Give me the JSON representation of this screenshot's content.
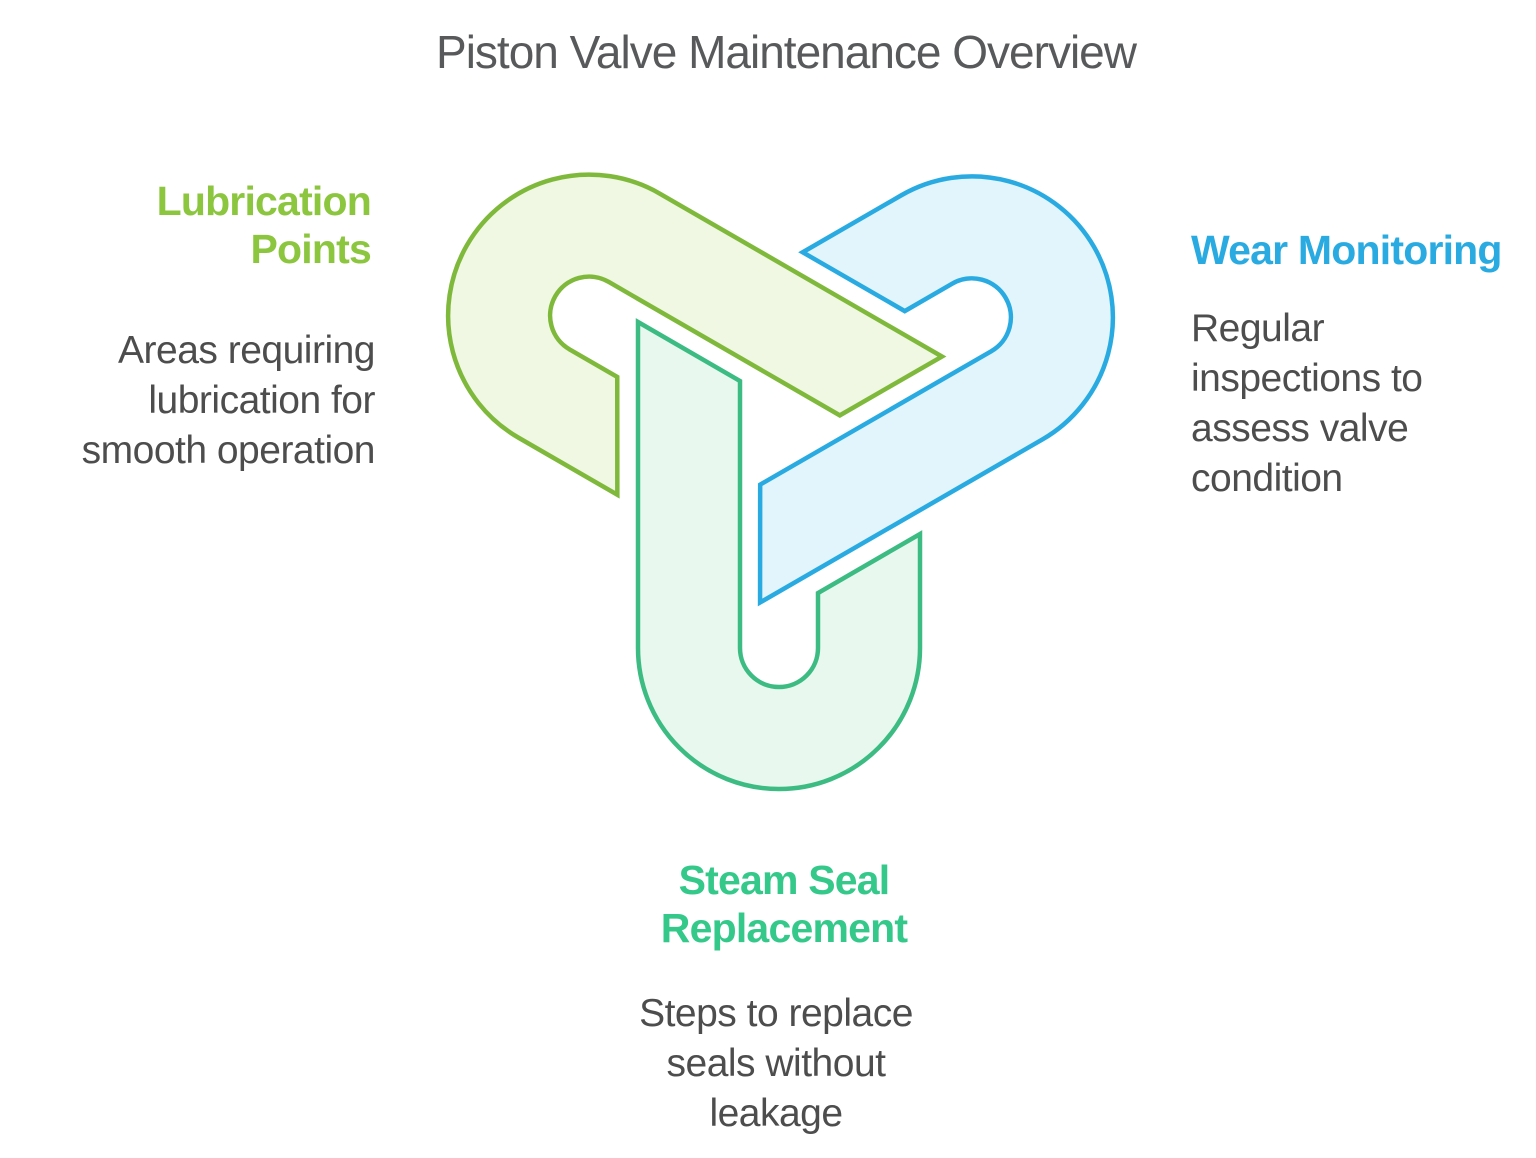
{
  "title": {
    "text": "Piston Valve Maintenance Overview",
    "color": "#58595B"
  },
  "text_color": "#4D4D4D",
  "sections": [
    {
      "id": "lubrication-points",
      "heading": "Lubrication Points",
      "heading_lines": [
        "Lubrication",
        "Points"
      ],
      "desc_lines": [
        "Areas requiring",
        "lubrication for",
        "smooth operation"
      ],
      "accent_color": "#8CC63F",
      "arm_stroke": "#7FB93B",
      "arm_fill": "#F0F7E3"
    },
    {
      "id": "wear-monitoring",
      "heading": "Wear Monitoring",
      "heading_lines": [
        "Wear Monitoring"
      ],
      "desc_lines": [
        "Regular",
        "inspections to",
        "assess valve",
        "condition"
      ],
      "accent_color": "#29ABE2",
      "arm_stroke": "#29ABE2",
      "arm_fill": "#E2F5FC"
    },
    {
      "id": "steam-seal-replacement",
      "heading": "Steam Seal Replacement",
      "heading_lines": [
        "Steam Seal",
        "Replacement"
      ],
      "desc_lines": [
        "Steps to replace",
        "seals without",
        "leakage"
      ],
      "accent_color": "#34C98A",
      "arm_stroke": "#3CBC82",
      "arm_fill": "#E9F8EE"
    }
  ]
}
